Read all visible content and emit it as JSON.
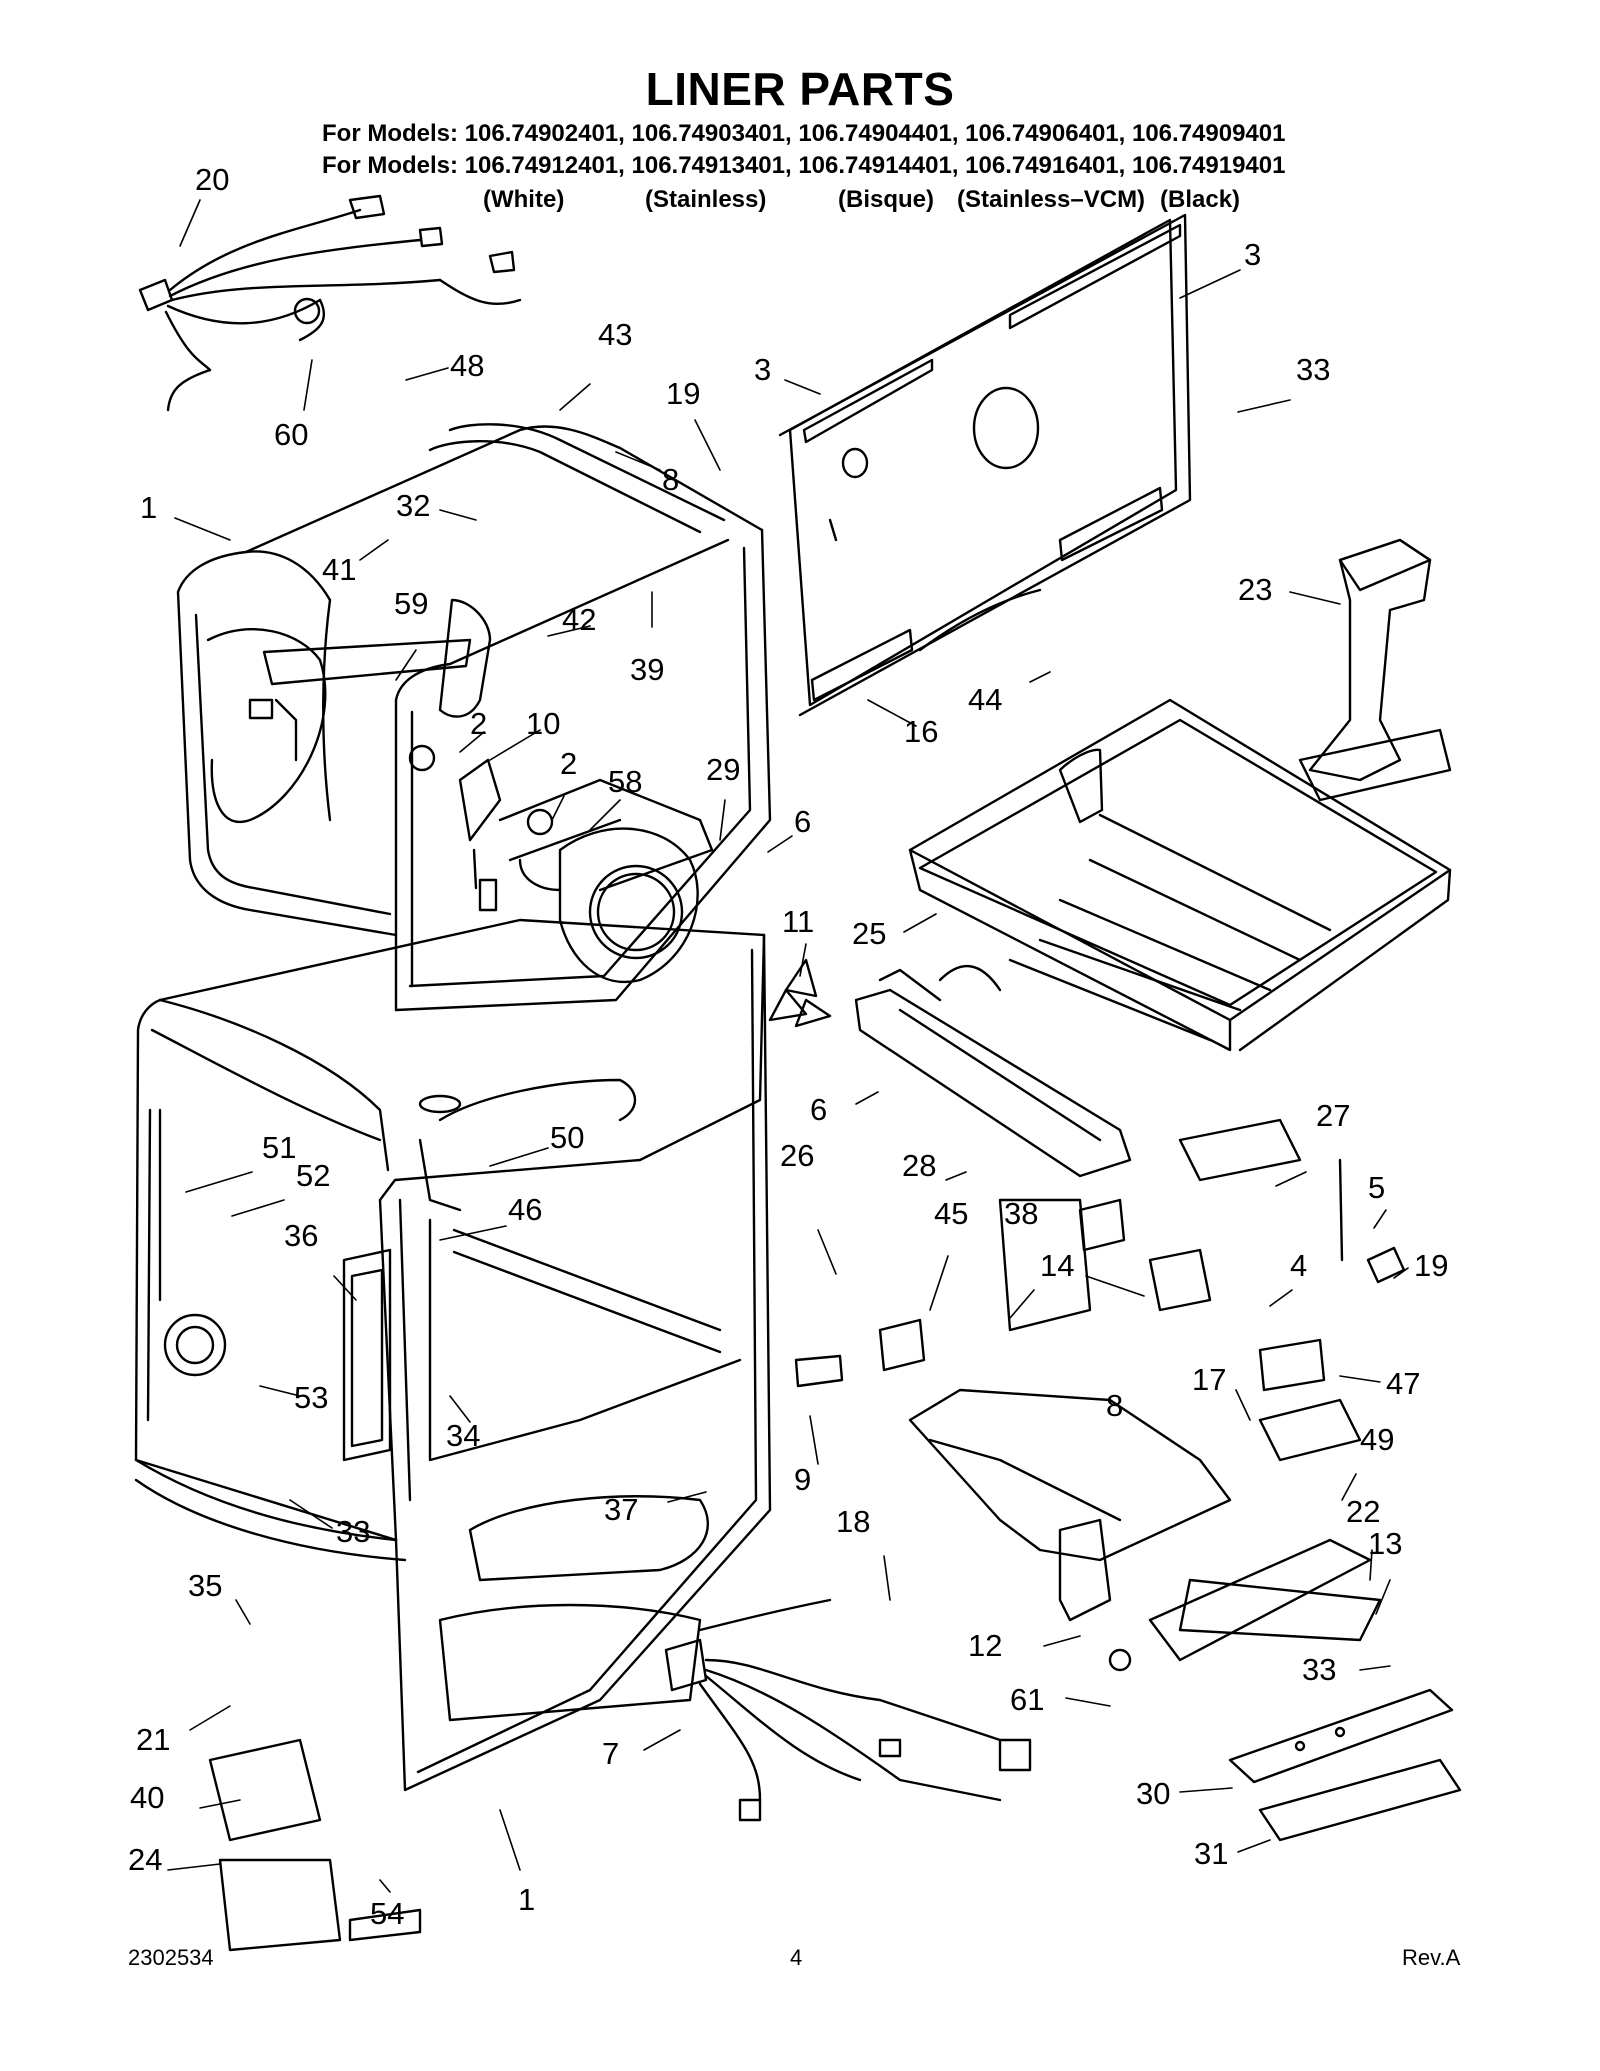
{
  "title": "LINER PARTS",
  "models_line_1": "For Models: 106.74902401, 106.74903401, 106.74904401, 106.74906401, 106.74909401",
  "models_line_2": "For Models: 106.74912401, 106.74913401, 106.74914401, 106.74916401, 106.74919401",
  "finishes": [
    "(White)",
    "(Stainless)",
    "(Bisque)",
    "(Stainless–VCM)",
    "(Black)"
  ],
  "callouts": [
    "20",
    "3",
    "3",
    "43",
    "48",
    "19",
    "33",
    "60",
    "8",
    "1",
    "32",
    "41",
    "42",
    "39",
    "23",
    "59",
    "44",
    "16",
    "2",
    "10",
    "2",
    "58",
    "29",
    "6",
    "25",
    "11",
    "6",
    "27",
    "50",
    "51",
    "52",
    "28",
    "5",
    "26",
    "46",
    "45",
    "38",
    "36",
    "14",
    "4",
    "19",
    "53",
    "47",
    "34",
    "8",
    "17",
    "9",
    "49",
    "37",
    "33",
    "18",
    "22",
    "13",
    "35",
    "12",
    "33",
    "61",
    "21",
    "7",
    "40",
    "30",
    "24",
    "54",
    "1",
    "31"
  ],
  "footer": {
    "doc_number": "2302534",
    "page": "4",
    "revision": "Rev.A"
  }
}
